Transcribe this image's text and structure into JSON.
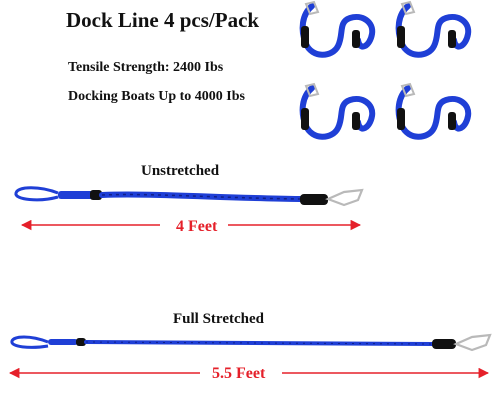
{
  "heading": {
    "title": "Dock Line 4 pcs/Pack",
    "tensile": "Tensile Strength: 2400 Ibs",
    "docking": "Docking Boats Up to 4000 Ibs"
  },
  "labels": {
    "unstretched": "Unstretched",
    "full_stretched": "Full Stretched"
  },
  "dimensions": {
    "unstretched_length": "4 Feet",
    "stretched_length": "5.5 Feet"
  },
  "colors": {
    "rope": "#1f3fd6",
    "rope_dark": "#0f1f8a",
    "sleeve": "#111111",
    "arrow": "#e5202a",
    "clip": "#b9b9b9"
  },
  "icons": {
    "clip": "stainless-snap-hook-icon",
    "loop": "rope-loop-icon"
  }
}
